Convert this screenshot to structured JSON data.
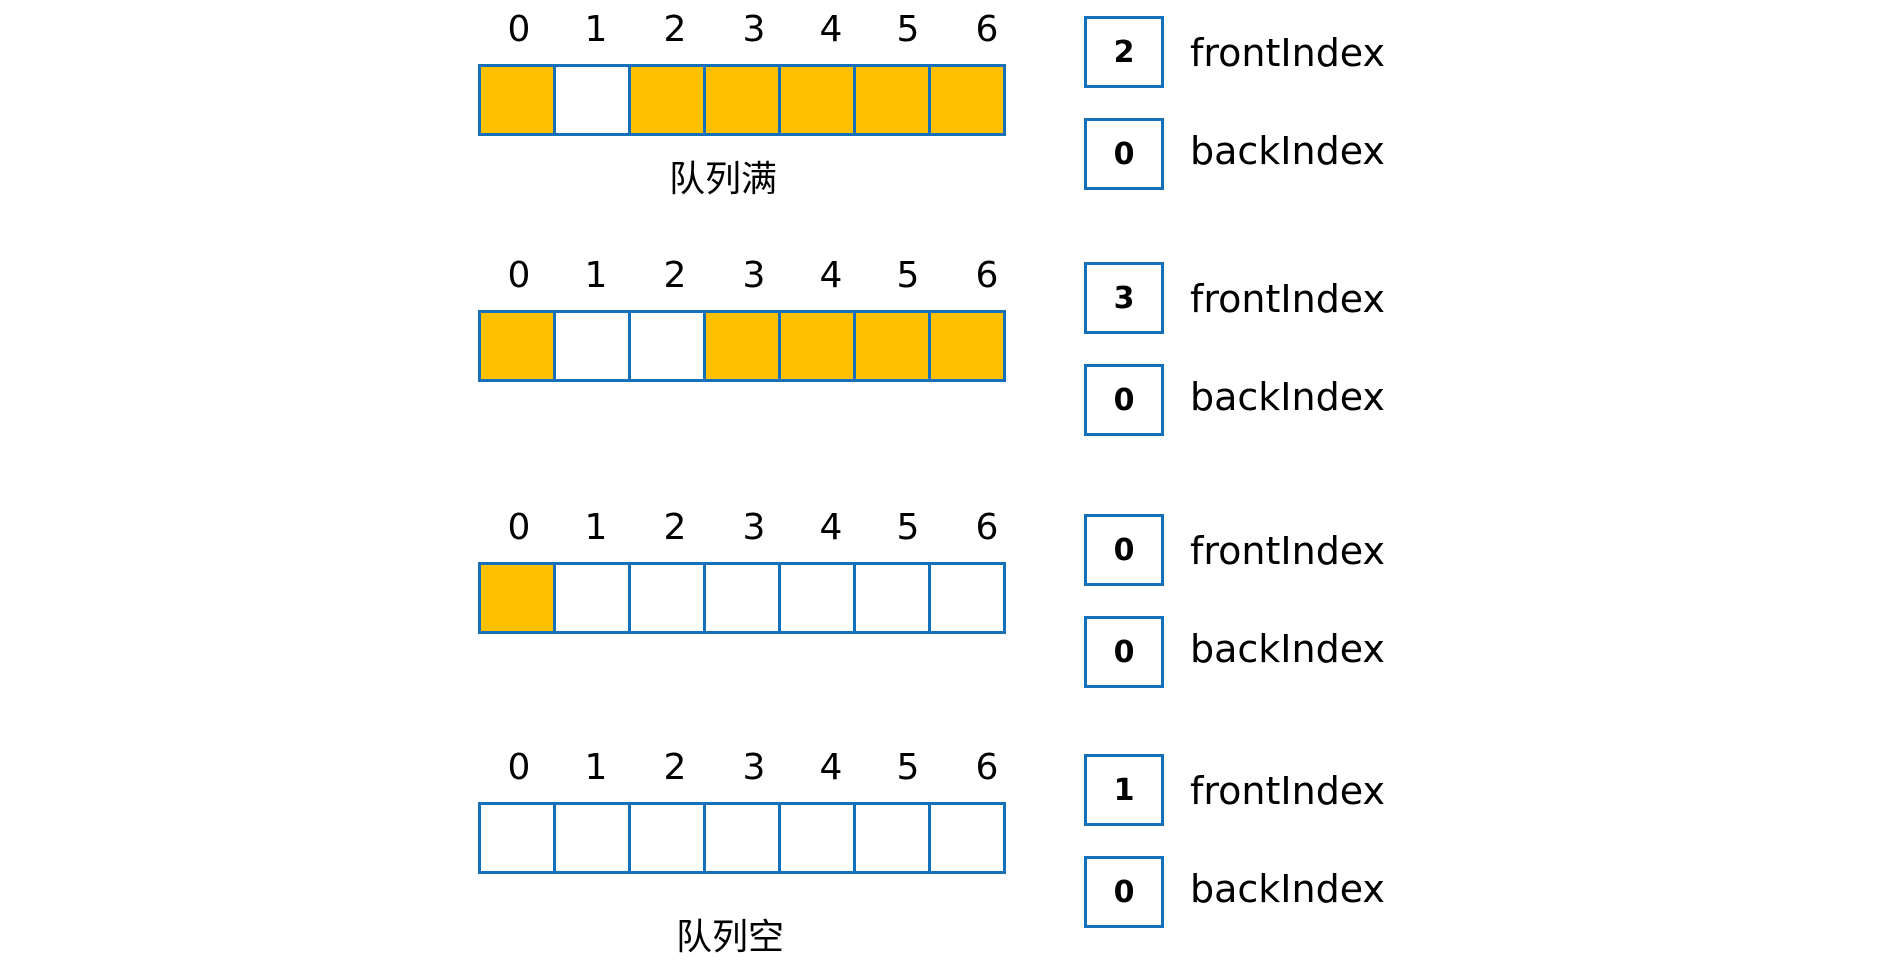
{
  "index_labels": [
    "0",
    "1",
    "2",
    "3",
    "4",
    "5",
    "6"
  ],
  "colors": {
    "filled": "#ffc000",
    "empty": "#ffffff",
    "border": "#1470b8"
  },
  "queues": [
    {
      "filled": [
        true,
        false,
        true,
        true,
        true,
        true,
        true
      ],
      "frontIndex": "2",
      "backIndex": "0",
      "caption": "队列满"
    },
    {
      "filled": [
        true,
        false,
        false,
        true,
        true,
        true,
        true
      ],
      "frontIndex": "3",
      "backIndex": "0",
      "caption": ""
    },
    {
      "filled": [
        true,
        false,
        false,
        false,
        false,
        false,
        false
      ],
      "frontIndex": "0",
      "backIndex": "0",
      "caption": ""
    },
    {
      "filled": [
        false,
        false,
        false,
        false,
        false,
        false,
        false
      ],
      "frontIndex": "1",
      "backIndex": "0",
      "caption": "队列空"
    }
  ],
  "labels": {
    "front": "frontIndex",
    "back": "backIndex"
  }
}
